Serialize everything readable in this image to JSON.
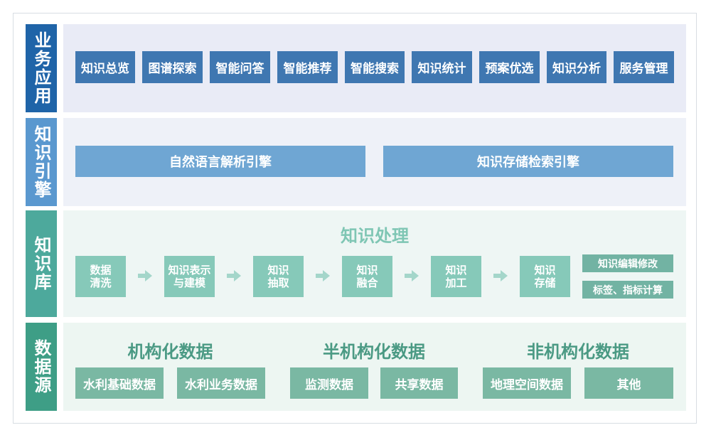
{
  "layers": {
    "business": {
      "label": "业务应用",
      "items": [
        "知识总览",
        "图谱探索",
        "智能问答",
        "智能推荐",
        "智能搜索",
        "知识统计",
        "预案优选",
        "知识分析",
        "服务管理"
      ]
    },
    "engine": {
      "label": "知识引擎",
      "items": [
        "自然语言解析引擎",
        "知识存储检索引擎"
      ]
    },
    "repository": {
      "label": "知识库",
      "title": "知识处理",
      "steps": [
        "数据\n清洗",
        "知识表示\n与建模",
        "知识\n抽取",
        "知识\n融合",
        "知识\n加工",
        "知识\n存储"
      ],
      "extras": [
        "知识编辑修改",
        "标签、指标计算"
      ]
    },
    "source": {
      "label": "数据源",
      "groups": [
        {
          "title": "机构化数据",
          "items": [
            "水利基础数据",
            "水利业务数据"
          ]
        },
        {
          "title": "半机构化数据",
          "items": [
            "监测数据",
            "共享数据"
          ]
        },
        {
          "title": "非机构化数据",
          "items": [
            "地理空间数据",
            "其他"
          ]
        }
      ]
    }
  },
  "colors": {
    "business_label": "#1f64a8",
    "business_panel": "#e9ebf6",
    "business_item": "#3f77b1",
    "engine_label": "#5a98cf",
    "engine_panel": "#eef1f8",
    "engine_item": "#6fa6d3",
    "repo_label": "#4da99c",
    "repo_panel": "#eef6f4",
    "repo_title": "#7fc6b4",
    "repo_step": "#86c9b9",
    "repo_extra": "#72b3a3",
    "source_label": "#3e9e86",
    "source_panel": "#edf6f2",
    "source_title": "#4b9a84",
    "source_item": "#7ab8a3"
  }
}
